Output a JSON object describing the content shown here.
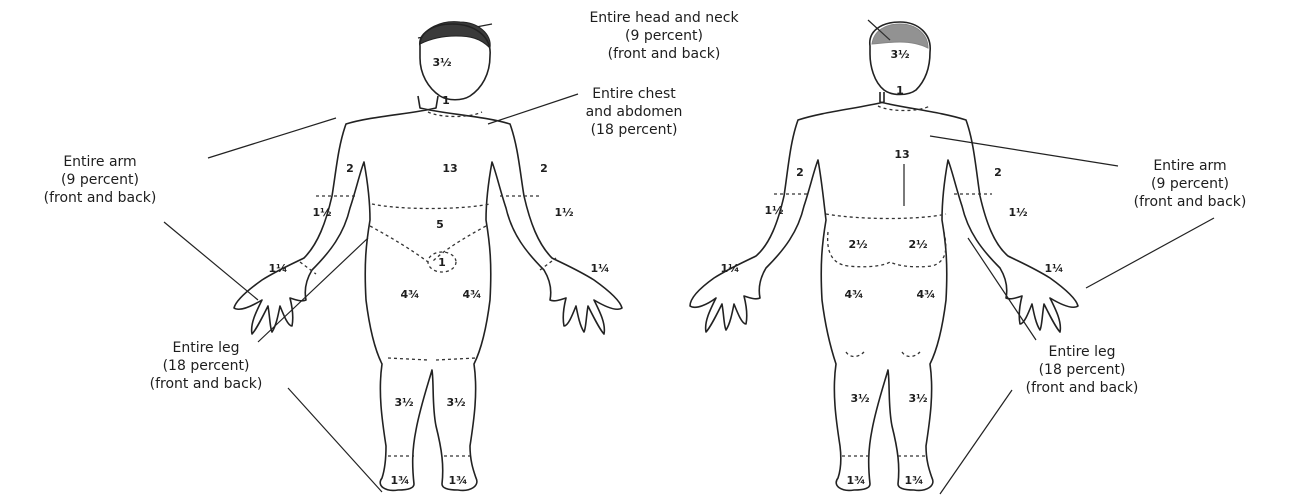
{
  "figure": {
    "labels": {
      "head_neck": [
        "Entire head and neck",
        "(9 percent)",
        "(front and back)"
      ],
      "chest_abdomen": [
        "Entire chest",
        "and abdomen",
        "(18 percent)"
      ],
      "arm_left": [
        "Entire arm",
        "(9 percent)",
        "(front and back)"
      ],
      "arm_right": [
        "Entire arm",
        "(9 percent)",
        "(front and back)"
      ],
      "leg_left": [
        "Entire leg",
        "(18 percent)",
        "(front and back)"
      ],
      "leg_right": [
        "Entire leg",
        "(18 percent)",
        "(front and back)"
      ]
    },
    "front": {
      "head": "3½",
      "neck": "1",
      "chest": "13",
      "abdomen": "5",
      "genitals": "1",
      "upper_arm_left": "2",
      "upper_arm_right": "2",
      "forearm_left": "1½",
      "forearm_right": "1½",
      "hand_left": "1¼",
      "hand_right": "1¼",
      "thigh_left": "4¾",
      "thigh_right": "4¾",
      "lower_leg_left": "3½",
      "lower_leg_right": "3½",
      "foot_left": "1¾",
      "foot_right": "1¾"
    },
    "back": {
      "head": "3½",
      "neck": "1",
      "back": "13",
      "buttock_left": "2½",
      "buttock_right": "2½",
      "upper_arm_left": "2",
      "upper_arm_right": "2",
      "forearm_left": "1½",
      "forearm_right": "1½",
      "hand_left": "1¼",
      "hand_right": "1¼",
      "thigh_left": "4¾",
      "thigh_right": "4¾",
      "lower_leg_left": "3½",
      "lower_leg_right": "3½",
      "foot_left": "1¾",
      "foot_right": "1¾"
    }
  }
}
